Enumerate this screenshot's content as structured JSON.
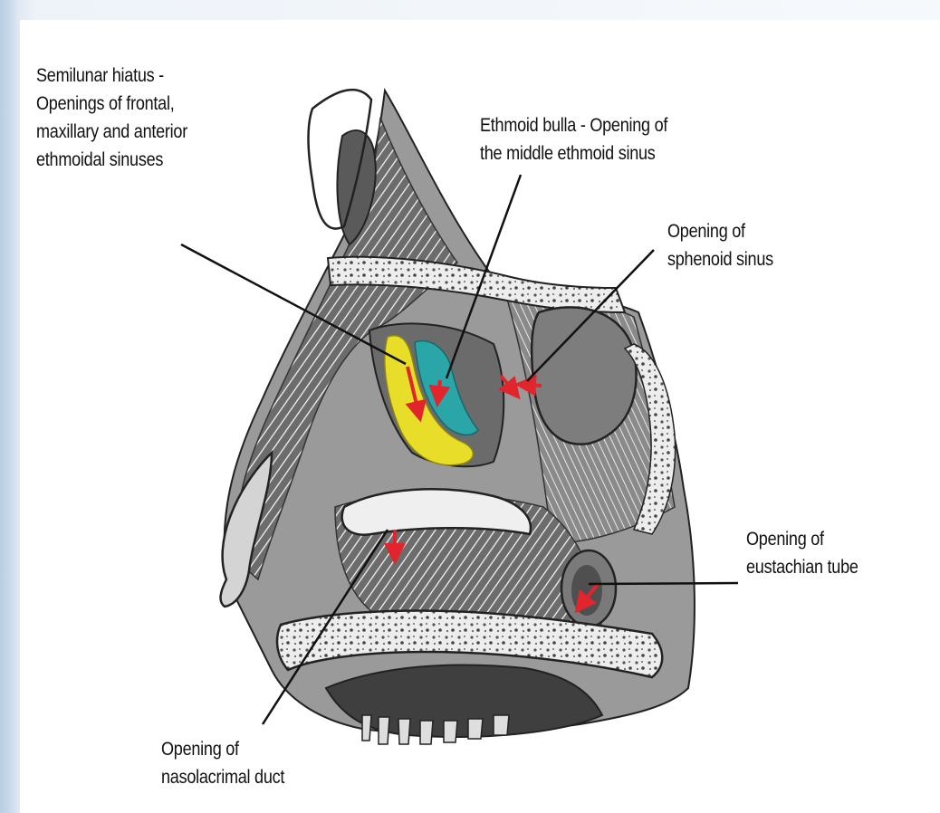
{
  "labels": {
    "semilunar_hiatus": [
      "Semilunar hiatus -",
      "Openings of frontal,",
      "maxillary and anterior",
      "ethmoidal sinuses"
    ],
    "ethmoid_bulla": [
      "Ethmoid bulla - Opening of",
      "the middle ethmoid sinus"
    ],
    "sphenoid_opening": [
      "Opening of",
      "sphenoid sinus"
    ],
    "eustachian_opening": [
      "Opening of",
      "eustachian tube"
    ],
    "nasolacrimal_opening": [
      "Opening of",
      "nasolacrimal duct"
    ]
  },
  "colors": {
    "highlight_yellow": "#e8de2a",
    "highlight_teal": "#2aa6a8",
    "arrow_red": "#e0252d",
    "leader_line": "#111111"
  }
}
